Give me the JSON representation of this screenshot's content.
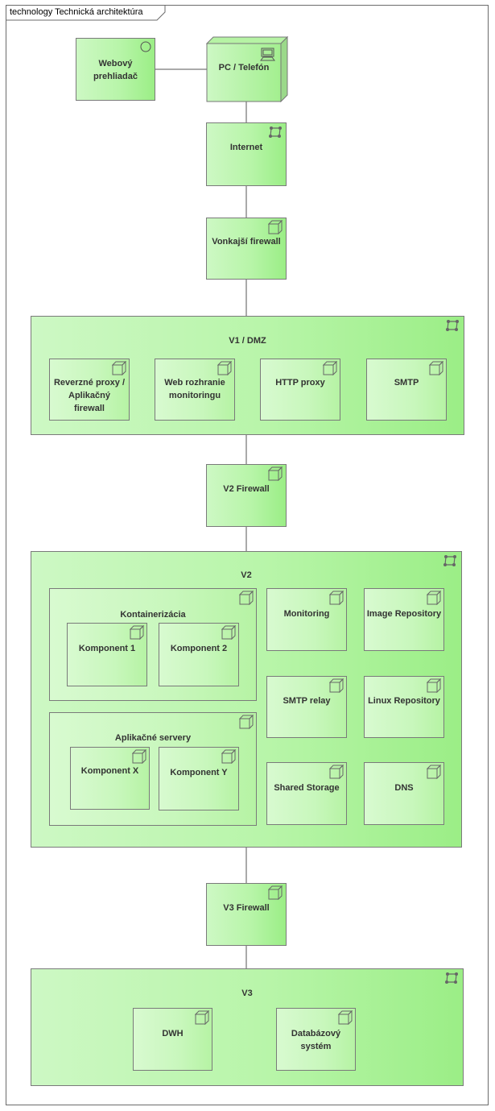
{
  "diagram": {
    "title": "technology Technická architektúra",
    "browser": "Webový prehliadač",
    "device": "PC / Telefón",
    "internet": "Internet",
    "outer_firewall": "Vonkajší firewall",
    "dmz": {
      "title": "V1 / DMZ",
      "items": [
        "Reverzné proxy / Aplikačný firewall",
        "Web rozhranie monitoringu",
        "HTTP proxy",
        "SMTP"
      ]
    },
    "v2_firewall": "V2 Firewall",
    "v2": {
      "title": "V2",
      "containerization": {
        "title": "Kontainerizácia",
        "items": [
          "Komponent 1",
          "Komponent 2"
        ]
      },
      "app_servers": {
        "title": "Aplikačné servery",
        "items": [
          "Komponent X",
          "Komponent Y"
        ]
      },
      "items": [
        "Monitoring",
        "Image Repository",
        "SMTP relay",
        "Linux Repository",
        "Shared Storage",
        "DNS"
      ]
    },
    "v3_firewall": "V3 Firewall",
    "v3": {
      "title": "V3",
      "items": [
        "DWH",
        "Databázový systém"
      ]
    }
  }
}
